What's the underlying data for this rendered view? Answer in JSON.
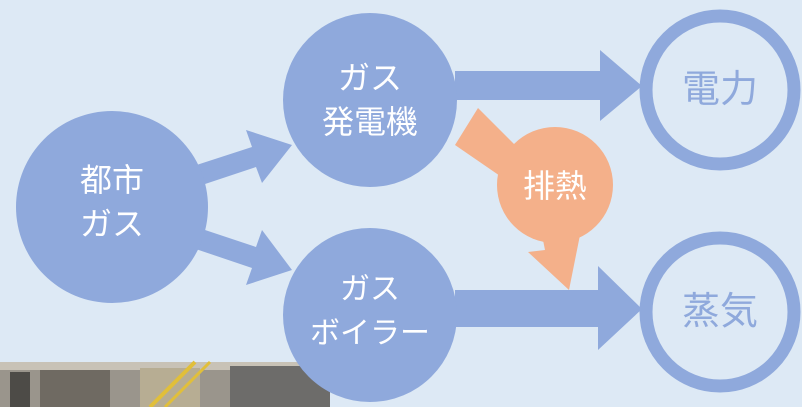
{
  "nodes": {
    "city_gas": "都市\nガス",
    "gas_generator": "ガス\n発電機",
    "gas_boiler": "ガス\nボイラー",
    "waste_heat": "排熱",
    "electricity": "電力",
    "steam": "蒸気"
  },
  "colors": {
    "background": "#dde9f5",
    "node_fill": "#8fa9dc",
    "output_ring": "#8fa9dc",
    "waste_heat": "#f4b08a",
    "text_light": "#ffffff"
  }
}
